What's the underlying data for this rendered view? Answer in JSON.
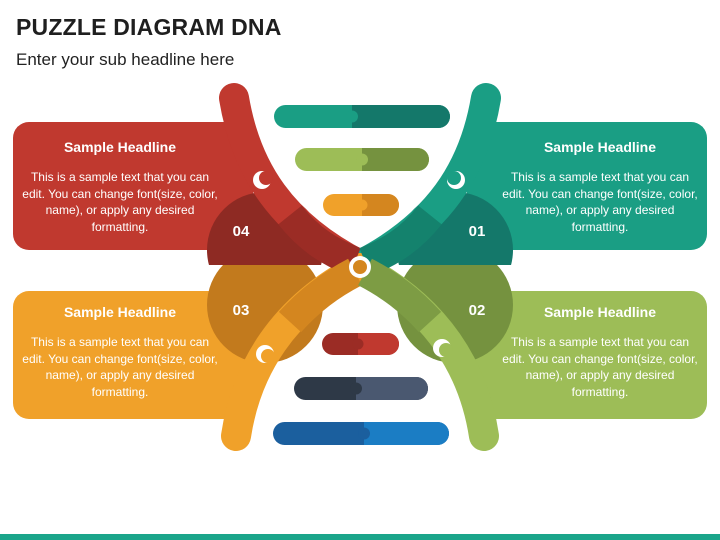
{
  "header": {
    "title": "PUZZLE DIAGRAM DNA",
    "subtitle": "Enter your sub headline here"
  },
  "colors": {
    "red": "#c0392f",
    "teal": "#1a9e84",
    "orange": "#f0a12a",
    "lightgreen": "#9dbd57",
    "bar_top": "#1a9e84",
    "bar_green": "#8fb14e",
    "bar_orange": "#eb9a26",
    "bar_red": "#c0392f",
    "bar_navy": "#3d4a5b",
    "bar_blue": "#1b74b8"
  },
  "boxes": [
    {
      "id": "04",
      "number": "04",
      "headline": "Sample Headline",
      "body": "This is a sample text that you can edit. You can change font(size, color, name), or apply any desired formatting."
    },
    {
      "id": "01",
      "number": "01",
      "headline": "Sample Headline",
      "body": "This is a sample text that you can edit. You can change font(size, color, name), or apply any desired formatting."
    },
    {
      "id": "03",
      "number": "03",
      "headline": "Sample Headline",
      "body": "This is a sample text that you can edit. You can change font(size, color, name), or apply any desired formatting."
    },
    {
      "id": "02",
      "number": "02",
      "headline": "Sample Headline",
      "body": "This is a sample text that you can edit. You can change font(size, color, name), or apply any desired formatting."
    }
  ]
}
